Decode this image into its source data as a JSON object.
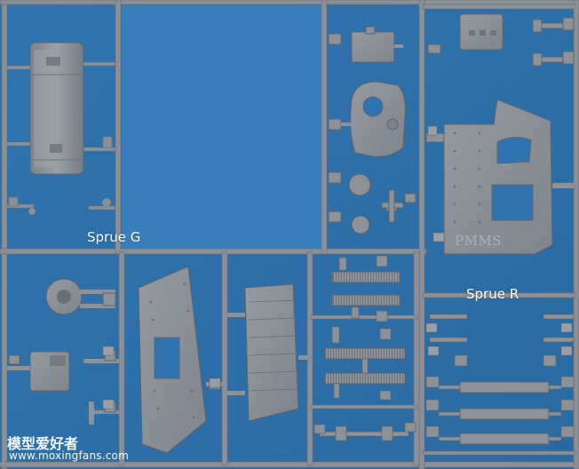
{
  "labels": {
    "sprue_g": "Sprue G",
    "sprue_r": "Sprue R"
  },
  "watermark": {
    "pmms": "PMMS",
    "site_cn": "模型爱好者",
    "site_url": "www.moxingfans.com"
  },
  "colors": {
    "background": "#2e6fa8",
    "plastic": "#8a8f96",
    "plastic_dark": "#6f747b",
    "plastic_light": "#a3a8ae"
  }
}
